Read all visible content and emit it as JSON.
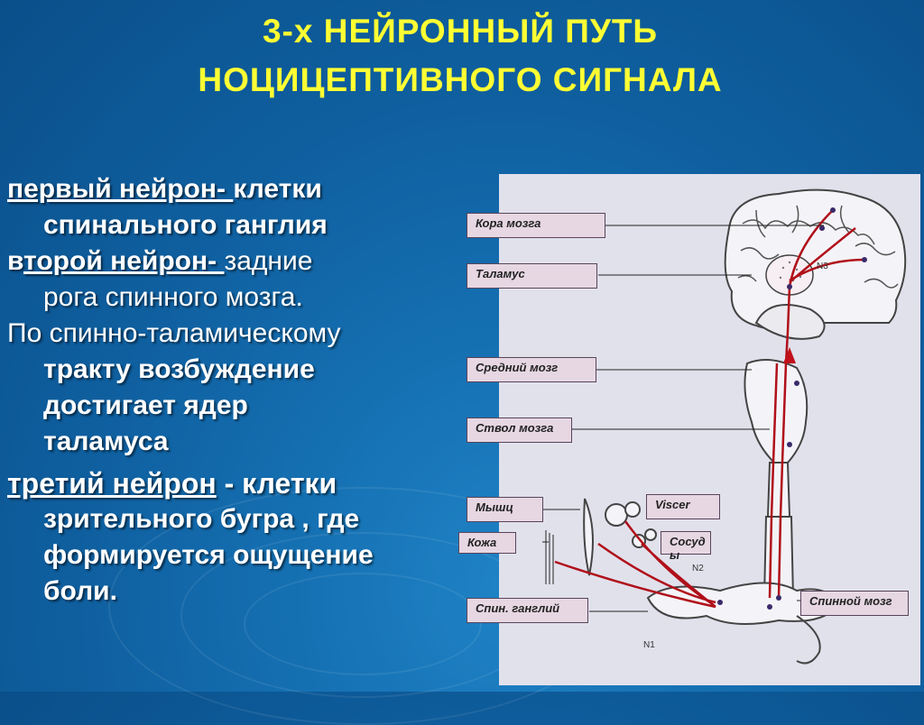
{
  "title": {
    "line1": "3-х  НЕЙРОННЫЙ  ПУТЬ",
    "line2": "НОЦИЦЕПТИВНОГО  СИГНАЛА"
  },
  "text": {
    "first_neuron_head": "первый нейрон- ",
    "first_neuron_a": "клетки",
    "first_neuron_b": "спинального ганглия",
    "second_neuron_v": "в",
    "second_neuron_head": "торой нейрон- ",
    "second_neuron_a": "задние",
    "second_neuron_b": "рога спинного мозга.",
    "tract_1": "По спинно-таламическому",
    "tract_2": "тракту возбуждение",
    "tract_3": "достигает ядер",
    "tract_4": "таламуса",
    "third_neuron_head": "третий нейрон",
    "third_neuron_sep": "  -  клетки",
    "third_neuron_b": "зрительного бугра , где",
    "third_neuron_c": "формируется ощущение",
    "third_neuron_d": "боли."
  },
  "diagram": {
    "labels": {
      "cortex": "Кора мозга",
      "thalamus": "Таламус",
      "midbrain": "Средний мозг",
      "brainstem": "Ствол мозга",
      "muscle": "Мышц",
      "viscera": "Viscer",
      "skin": "Кожа",
      "vessels": "Сосуд ы",
      "spinal_ganglion": "Спин. ганглий",
      "spinal_cord": "Спинной мозг"
    },
    "neuron_marks": {
      "n1": "N1",
      "n2": "N2",
      "n3": "N3"
    },
    "colors": {
      "title": "#ffff33",
      "pathway": "#b0101a",
      "label_fill": "#e6d7e2"
    }
  }
}
